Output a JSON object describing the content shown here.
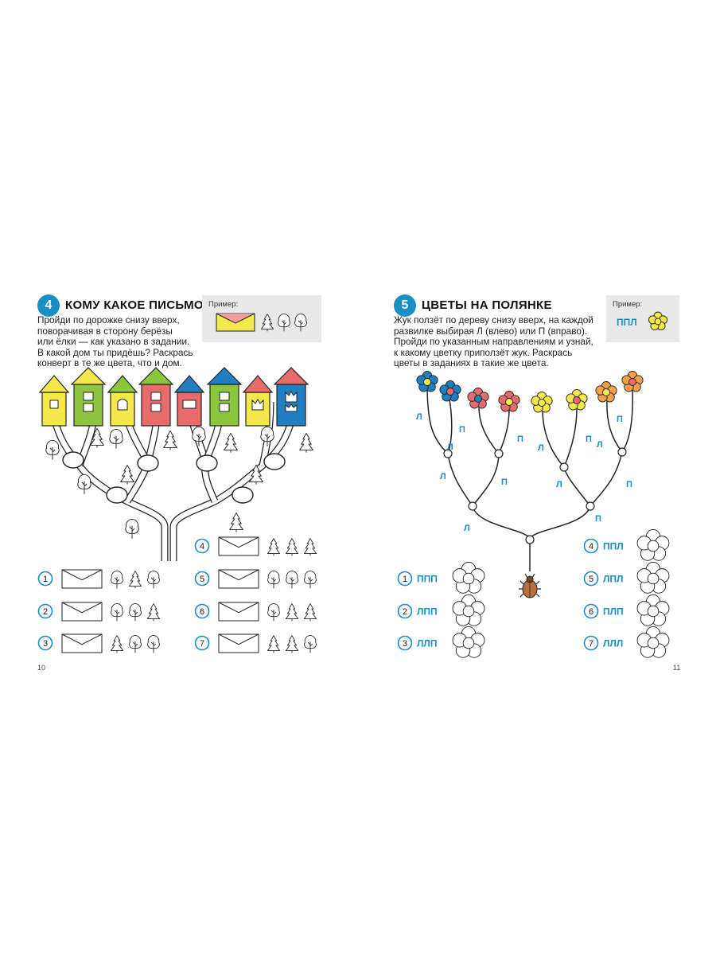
{
  "left": {
    "task_number": "4",
    "title": "КОМУ КАКОЕ ПИСЬМО?",
    "instructions": [
      "Пройди по дорожке снизу вверх,",
      "поворачивая в сторону берёзы",
      "или ёлки — как указано в задании.",
      "В какой дом ты придёшь? Раскрась",
      "конверт в те же цвета, что и дом."
    ],
    "example_label": "Пример:",
    "page_number": "10",
    "colors": {
      "yellow": "#f4e84a",
      "green": "#8cc63e",
      "red": "#e86b6b",
      "blue": "#1f7fc1",
      "accent": "#1a8fc4",
      "pink": "#f0a0a0"
    },
    "houses": [
      {
        "color": "yellow",
        "roof": "yellow",
        "window": "square"
      },
      {
        "color": "green",
        "roof": "yellow",
        "window": "two"
      },
      {
        "color": "yellow",
        "roof": "green",
        "window": "arch"
      },
      {
        "color": "red",
        "roof": "green",
        "window": "two-arch"
      },
      {
        "color": "red",
        "roof": "blue",
        "window": "rect"
      },
      {
        "color": "green",
        "roof": "blue",
        "window": "two"
      },
      {
        "color": "yellow",
        "roof": "red",
        "window": "crown"
      },
      {
        "color": "blue",
        "roof": "red",
        "window": "crown2"
      }
    ],
    "tasks": [
      {
        "number": "1",
        "sequence": [
          "birch",
          "fir",
          "birch"
        ]
      },
      {
        "number": "2",
        "sequence": [
          "birch",
          "birch",
          "fir"
        ]
      },
      {
        "number": "3",
        "sequence": [
          "fir",
          "birch",
          "birch"
        ]
      },
      {
        "number": "4",
        "sequence": [
          "fir",
          "fir",
          "fir"
        ]
      },
      {
        "number": "5",
        "sequence": [
          "birch",
          "birch",
          "birch"
        ]
      },
      {
        "number": "6",
        "sequence": [
          "birch",
          "fir",
          "fir"
        ]
      },
      {
        "number": "7",
        "sequence": [
          "fir",
          "fir",
          "birch"
        ]
      }
    ],
    "example_sequence": [
      "fir",
      "birch",
      "birch"
    ]
  },
  "right": {
    "task_number": "5",
    "title": "ЦВЕТЫ НА ПОЛЯНКЕ",
    "instructions": [
      "Жук ползёт по дереву снизу вверх, на каждой",
      "развилке выбирая Л (влево) или П (вправо).",
      "Пройди по указанным направлениям и узнай,",
      "к какому цветку приползёт жук. Раскрась",
      "цветы в заданиях в такие же цвета."
    ],
    "example_label": "Пример:",
    "example_code": "ППЛ",
    "page_number": "11",
    "letter_left": "Л",
    "letter_right": "П",
    "flowers": [
      {
        "petals": "#1f7fc1",
        "center": "#f4e84a"
      },
      {
        "petals": "#1f7fc1",
        "center": "#e86b6b"
      },
      {
        "petals": "#e86b6b",
        "center": "#1f7fc1"
      },
      {
        "petals": "#e86b6b",
        "center": "#f4e84a"
      },
      {
        "petals": "#f4e84a",
        "center": "#f4e84a"
      },
      {
        "petals": "#f4e84a",
        "center": "#e86b6b"
      },
      {
        "petals": "#f4a04a",
        "center": "#f4e84a"
      },
      {
        "petals": "#f4a04a",
        "center": "#e86b6b"
      }
    ],
    "tasks": [
      {
        "number": "1",
        "code": "ППП"
      },
      {
        "number": "2",
        "code": "ЛПП"
      },
      {
        "number": "3",
        "code": "ЛЛП"
      },
      {
        "number": "4",
        "code": "ППЛ"
      },
      {
        "number": "5",
        "code": "ЛПЛ"
      },
      {
        "number": "6",
        "code": "ПЛП"
      },
      {
        "number": "7",
        "code": "ЛЛЛ"
      }
    ],
    "example_flower": {
      "petals": "#f4e84a",
      "center": "#f4e84a"
    }
  }
}
